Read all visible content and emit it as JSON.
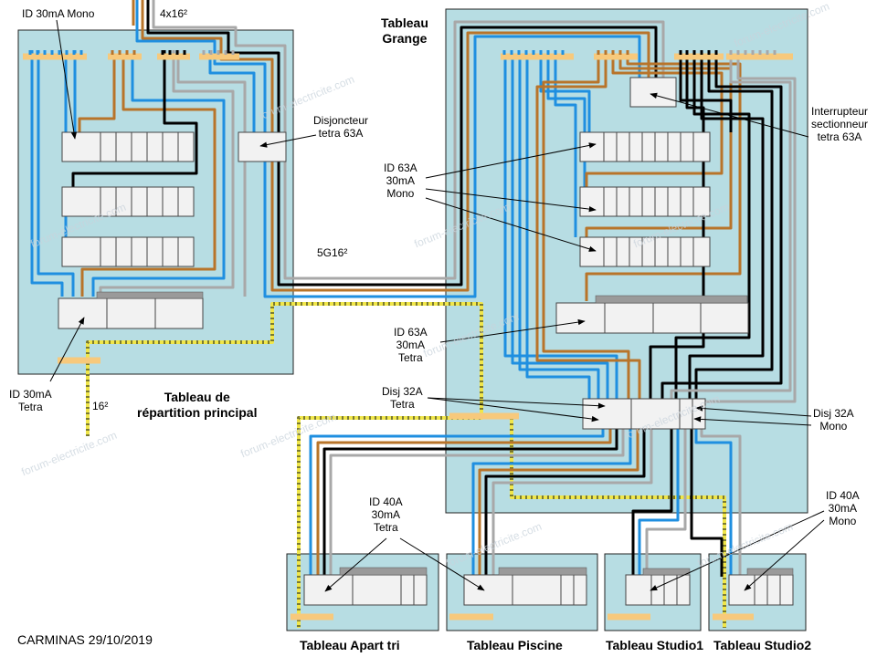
{
  "labels": {
    "id30mono_top": "ID 30mA Mono",
    "cable_4x16": "4x16²",
    "tableau_grange": "Tableau\nGrange",
    "disjoncteur_tetra": "Disjoncteur\ntetra 63A",
    "id63_mono": "ID 63A\n30mA\nMono",
    "interrupteur": "Interrupteur\nsectionneur\ntetra 63A",
    "cable_5g16": "5G16²",
    "id63_tetra": "ID 63A\n30mA\nTetra",
    "id30_tetra": "ID 30mA\nTetra",
    "tableau_repartition": "Tableau de\nrépartition principal",
    "cable_16": "16²",
    "disj32_tetra": "Disj 32A\nTetra",
    "disj32_mono": "Disj 32A\nMono",
    "id40_tetra": "ID 40A\n30mA\nTetra",
    "id40_mono": "ID 40A\n30mA\nMono",
    "author_date": "CARMINAS 29/10/2019",
    "tableau_apart": "Tableau Apart tri",
    "tableau_piscine": "Tableau Piscine",
    "tableau_studio1": "Tableau Studio1",
    "tableau_studio2": "Tableau Studio2",
    "watermark": "forum-electricite.com"
  },
  "colors": {
    "panel_fill": "#b7dde3",
    "blue_wire": "#1f8fe0",
    "brown_wire": "#b8742a",
    "black_wire": "#000000",
    "grey_wire": "#a8a8a8",
    "earth_wire": "#f0e64a",
    "busbar": "#f7c97c"
  }
}
